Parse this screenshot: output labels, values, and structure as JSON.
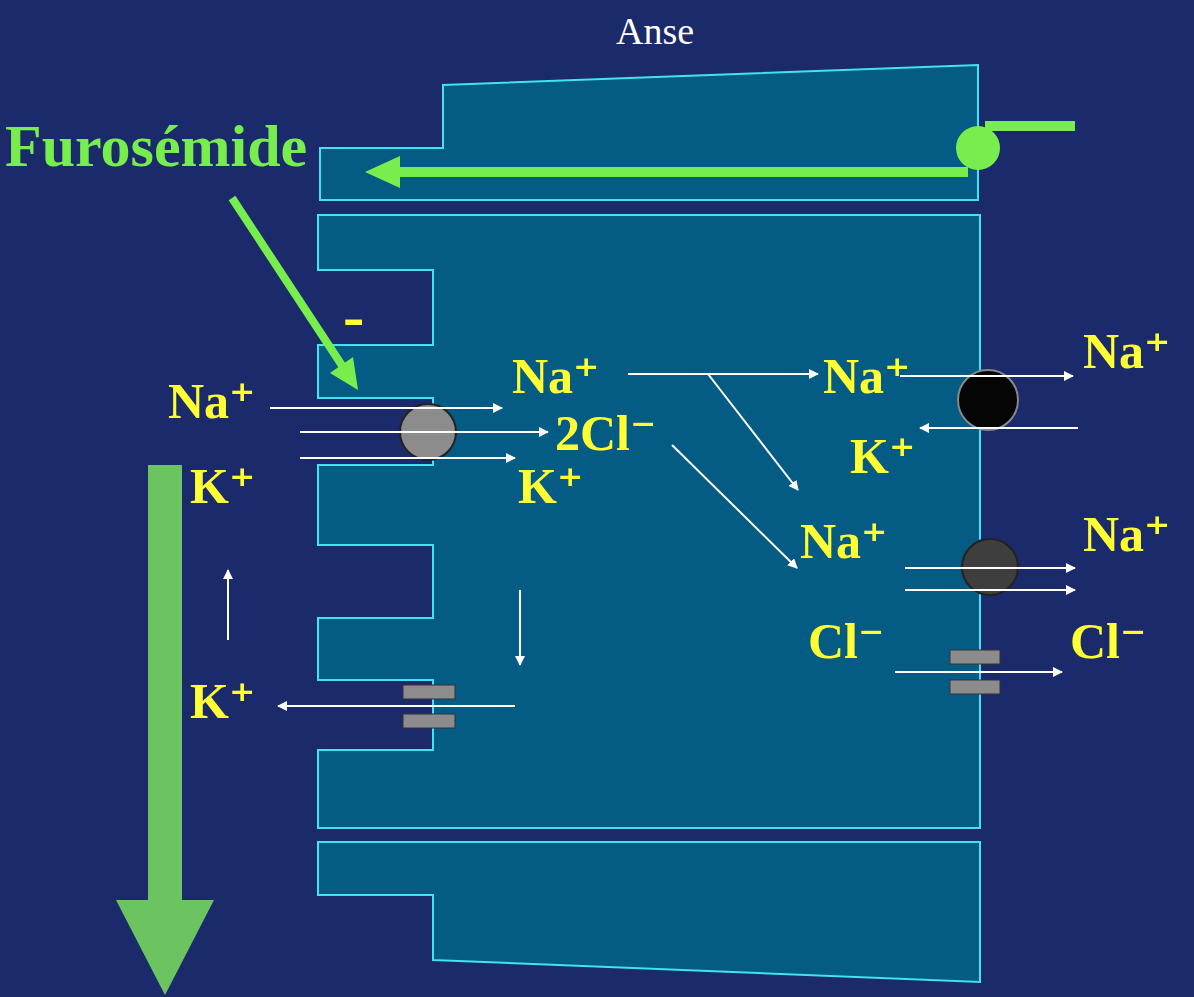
{
  "diagram": {
    "title": "Anse",
    "labels": [
      "Furosémide",
      "-",
      "Na⁺",
      "Na⁺",
      "Na⁺",
      "Na⁺",
      "2Cl⁻",
      "K⁺",
      "K⁺",
      "K⁺",
      "Na⁺",
      "Na⁺",
      "Cl⁻",
      "Cl⁻",
      "K⁺"
    ]
  }
}
